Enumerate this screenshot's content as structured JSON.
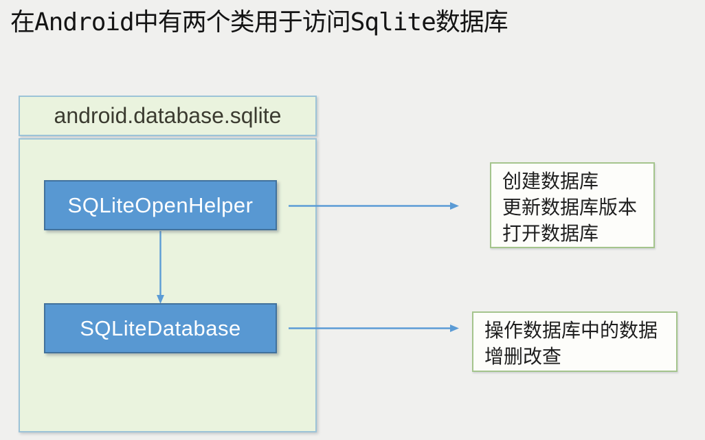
{
  "title": "在Android中有两个类用于访问Sqlite数据库",
  "package": {
    "header": "android.database.sqlite",
    "classes": [
      {
        "name": "SQLiteOpenHelper"
      },
      {
        "name": "SQLiteDatabase"
      }
    ]
  },
  "notes": [
    {
      "lines": [
        "创建数据库",
        "更新数据库版本",
        "打开数据库"
      ]
    },
    {
      "lines": [
        "操作数据库中的数据",
        "增删改查"
      ]
    }
  ],
  "colors": {
    "page_background": "#f0f0ee",
    "panel_fill": "#eaf3de",
    "panel_border": "#9cc3d7",
    "class_fill": "#5898d2",
    "class_border": "#41719c",
    "class_text": "#ffffff",
    "note_background": "#fdfdfa",
    "note_border": "#a4c48c",
    "arrow": "#5b9bd5"
  }
}
